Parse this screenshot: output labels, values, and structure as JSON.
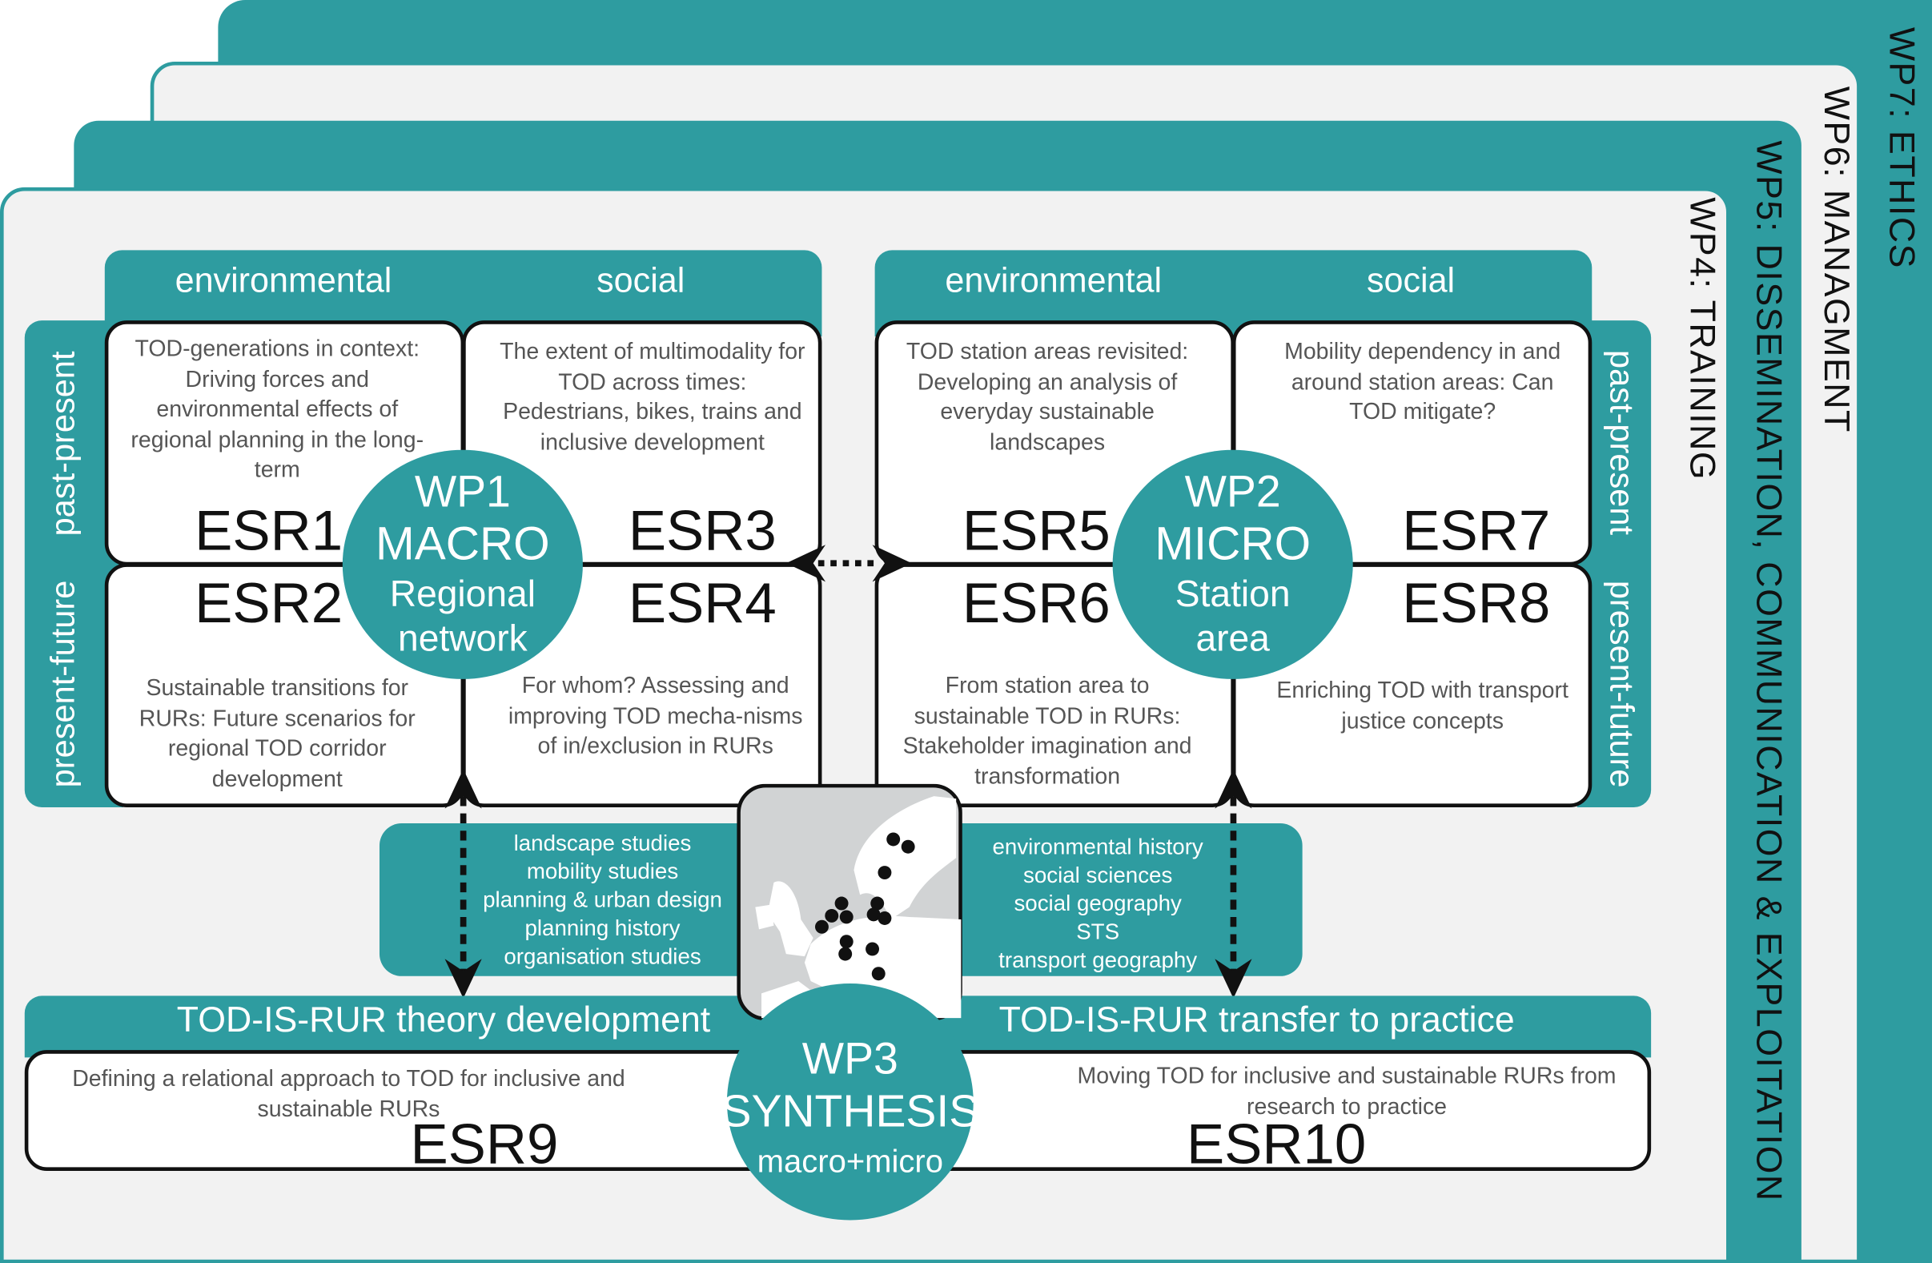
{
  "layers": {
    "wp7": "WP7: ETHICS",
    "wp6": "WP6: MANAGMENT",
    "wp5": "WP5: DISSEMINATION, COMMUNICATION & EXPLOITATION",
    "wp4": "WP4: TRAINING"
  },
  "macro": {
    "headers": [
      "environmental",
      "social"
    ],
    "rows": [
      "past-present",
      "present-future"
    ],
    "circle": {
      "line1": "WP1",
      "line2": "MACRO",
      "line3": "Regional",
      "line4": "network"
    },
    "cells": [
      {
        "id": "ESR1",
        "text": "TOD-generations in context: Driving forces and environmental effects of regional planning in the long-term"
      },
      {
        "id": "ESR3",
        "text": "The extent of multimodality for TOD across times: Pedestrians, bikes, trains and inclusive development"
      },
      {
        "id": "ESR2",
        "text": "Sustainable transitions for RURs: Future scenarios for regional TOD corridor development"
      },
      {
        "id": "ESR4",
        "text": "For whom? Assessing and improving TOD mecha-nisms of in/exclusion in RURs"
      }
    ]
  },
  "micro": {
    "headers": [
      "environmental",
      "social"
    ],
    "rows": [
      "past-present",
      "present-future"
    ],
    "circle": {
      "line1": "WP2",
      "line2": "MICRO",
      "line3": "Station",
      "line4": "area"
    },
    "cells": [
      {
        "id": "ESR5",
        "text": "TOD station areas revisited: Developing an analysis of everyday sustainable landscapes"
      },
      {
        "id": "ESR7",
        "text": "Mobility dependency in and around station areas: Can TOD mitigate?"
      },
      {
        "id": "ESR6",
        "text": "From station area to sustainable TOD in RURs: Stakeholder imagination and transformation"
      },
      {
        "id": "ESR8",
        "text": "Enriching TOD with transport justice concepts"
      }
    ]
  },
  "disciplines": {
    "left": [
      "landscape studies",
      "mobility studies",
      "planning & urban design",
      "planning history",
      "organisation studies"
    ],
    "right": [
      "environmental  history",
      "social sciences",
      "social geography",
      "STS",
      "transport geography"
    ]
  },
  "synthesis": {
    "left_header": "TOD-IS-RUR theory development",
    "right_header": "TOD-IS-RUR transfer to practice",
    "left_text": "Defining a relational approach to TOD for inclusive and sustainable RURs",
    "left_id": "ESR9",
    "right_text": "Moving TOD for inclusive and sustainable RURs from research to practice",
    "right_id": "ESR10",
    "circle": {
      "line1": "WP3",
      "line2": "SYNTHESIS",
      "line3": "macro+micro"
    }
  },
  "colors": {
    "teal": "#2e9ca0",
    "light": "#f2f2f2",
    "map_gray": "#d1d3d4"
  }
}
